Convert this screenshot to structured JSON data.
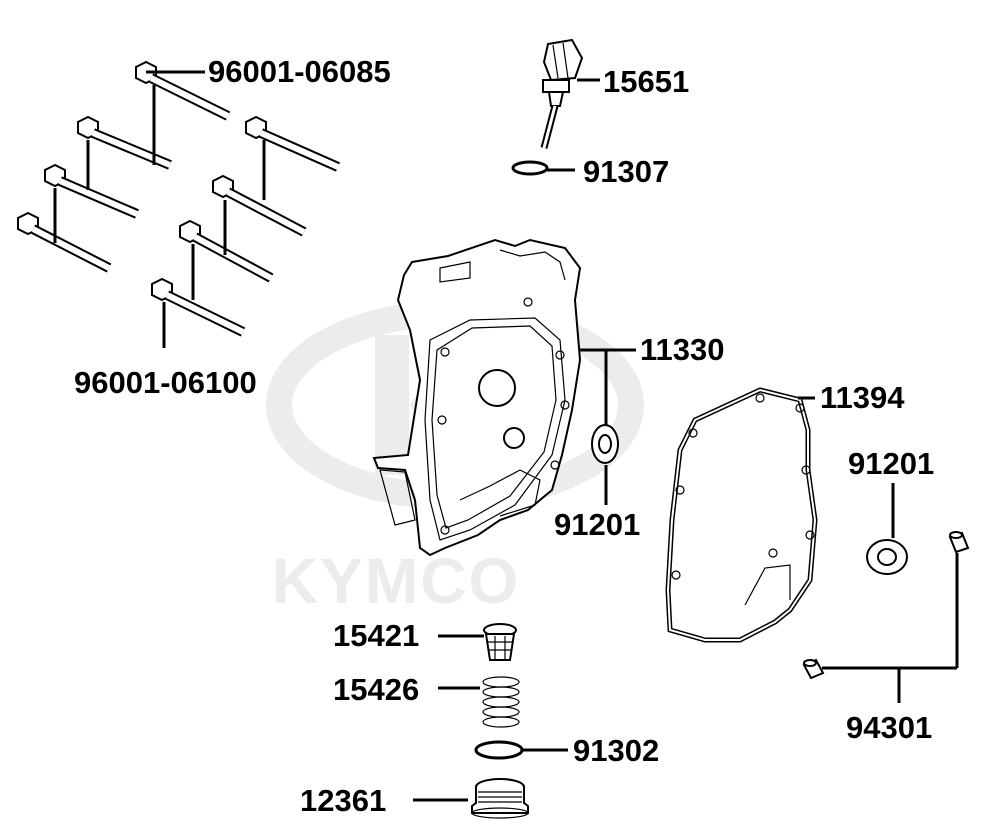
{
  "watermark": {
    "brand": "KYMCO",
    "logo_icon": "kymco-logo-icon"
  },
  "labels": {
    "bolt_long": "96001-06085",
    "bolt_short": "96001-06100",
    "oil_dipstick": "15651",
    "dipstick_oring": "91307",
    "right_crankcase_cover": "11330",
    "cover_gasket": "11394",
    "cover_oil_seal": "91201",
    "gasket_oil_seal": "91201",
    "dowel_pin": "94301",
    "oil_strainer": "15421",
    "strainer_spring": "15426",
    "drain_plug_oring": "91302",
    "drain_plug": "12361"
  }
}
